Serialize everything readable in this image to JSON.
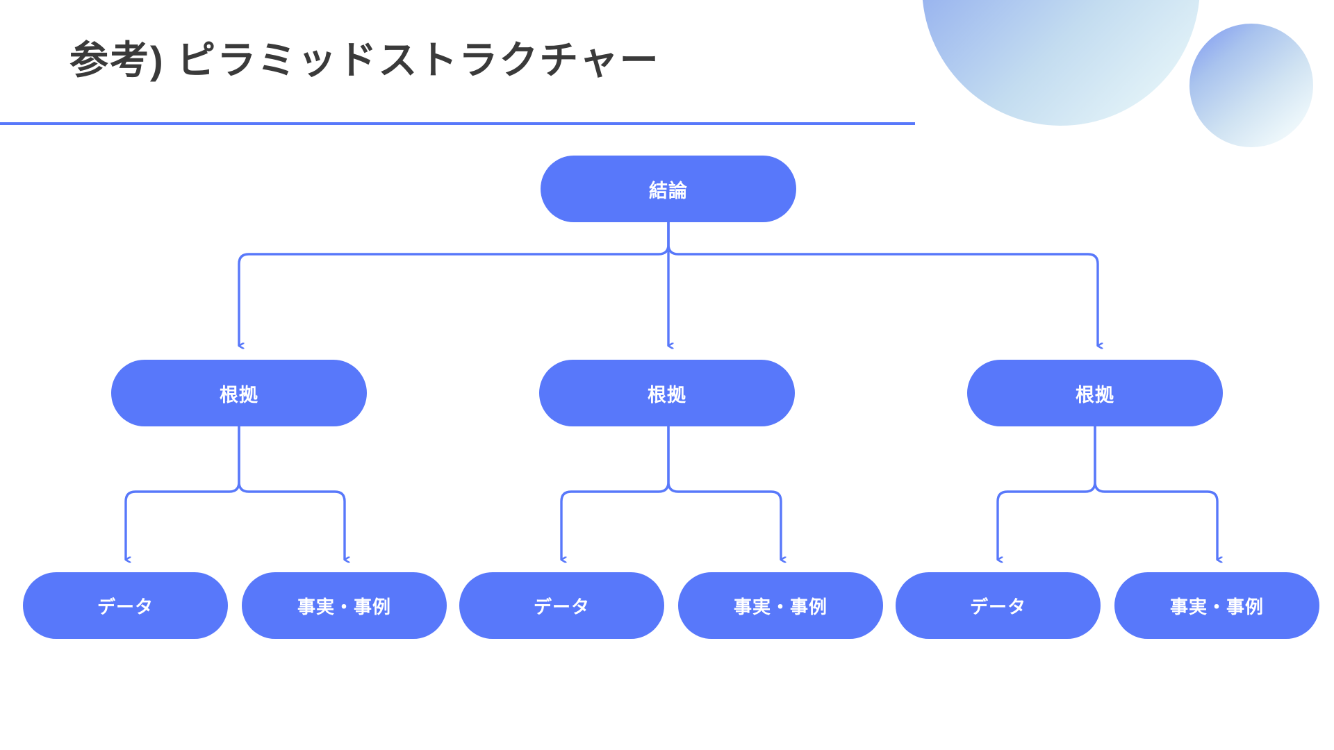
{
  "slide": {
    "title": "参考) ピラミッドストラクチャー",
    "background_color": "#ffffff",
    "accent_color": "#5878fa",
    "title_color": "#3a3a3a",
    "rule_color": "#5878fa"
  },
  "decor": {
    "blob_large_name": "gradient-circle-large",
    "blob_small_name": "gradient-circle-small",
    "gradient_from": "#6f8cf5",
    "gradient_to": "#f3fbfd"
  },
  "diagram": {
    "type": "pyramid-structure-tree",
    "levels": [
      {
        "level": 1,
        "nodes": [
          {
            "id": "conclusion",
            "label": "結論"
          }
        ]
      },
      {
        "level": 2,
        "nodes": [
          {
            "id": "grounds-1",
            "label": "根拠"
          },
          {
            "id": "grounds-2",
            "label": "根拠"
          },
          {
            "id": "grounds-3",
            "label": "根拠"
          }
        ]
      },
      {
        "level": 3,
        "nodes": [
          {
            "id": "data-1",
            "label": "データ"
          },
          {
            "id": "fact-1",
            "label": "事実・事例"
          },
          {
            "id": "data-2",
            "label": "データ"
          },
          {
            "id": "fact-2",
            "label": "事実・事例"
          },
          {
            "id": "data-3",
            "label": "データ"
          },
          {
            "id": "fact-3",
            "label": "事実・事例"
          }
        ]
      }
    ],
    "edges": [
      {
        "from": "conclusion",
        "to": "grounds-1",
        "arrow": true
      },
      {
        "from": "conclusion",
        "to": "grounds-2",
        "arrow": true
      },
      {
        "from": "conclusion",
        "to": "grounds-3",
        "arrow": true
      },
      {
        "from": "grounds-1",
        "to": "data-1",
        "arrow": true
      },
      {
        "from": "grounds-1",
        "to": "fact-1",
        "arrow": true
      },
      {
        "from": "grounds-2",
        "to": "data-2",
        "arrow": true
      },
      {
        "from": "grounds-2",
        "to": "fact-2",
        "arrow": true
      },
      {
        "from": "grounds-3",
        "to": "data-3",
        "arrow": true
      },
      {
        "from": "grounds-3",
        "to": "fact-3",
        "arrow": true
      }
    ],
    "node_fill": "#5878fa",
    "node_text_color": "#ffffff",
    "connector_color": "#5878fa"
  }
}
